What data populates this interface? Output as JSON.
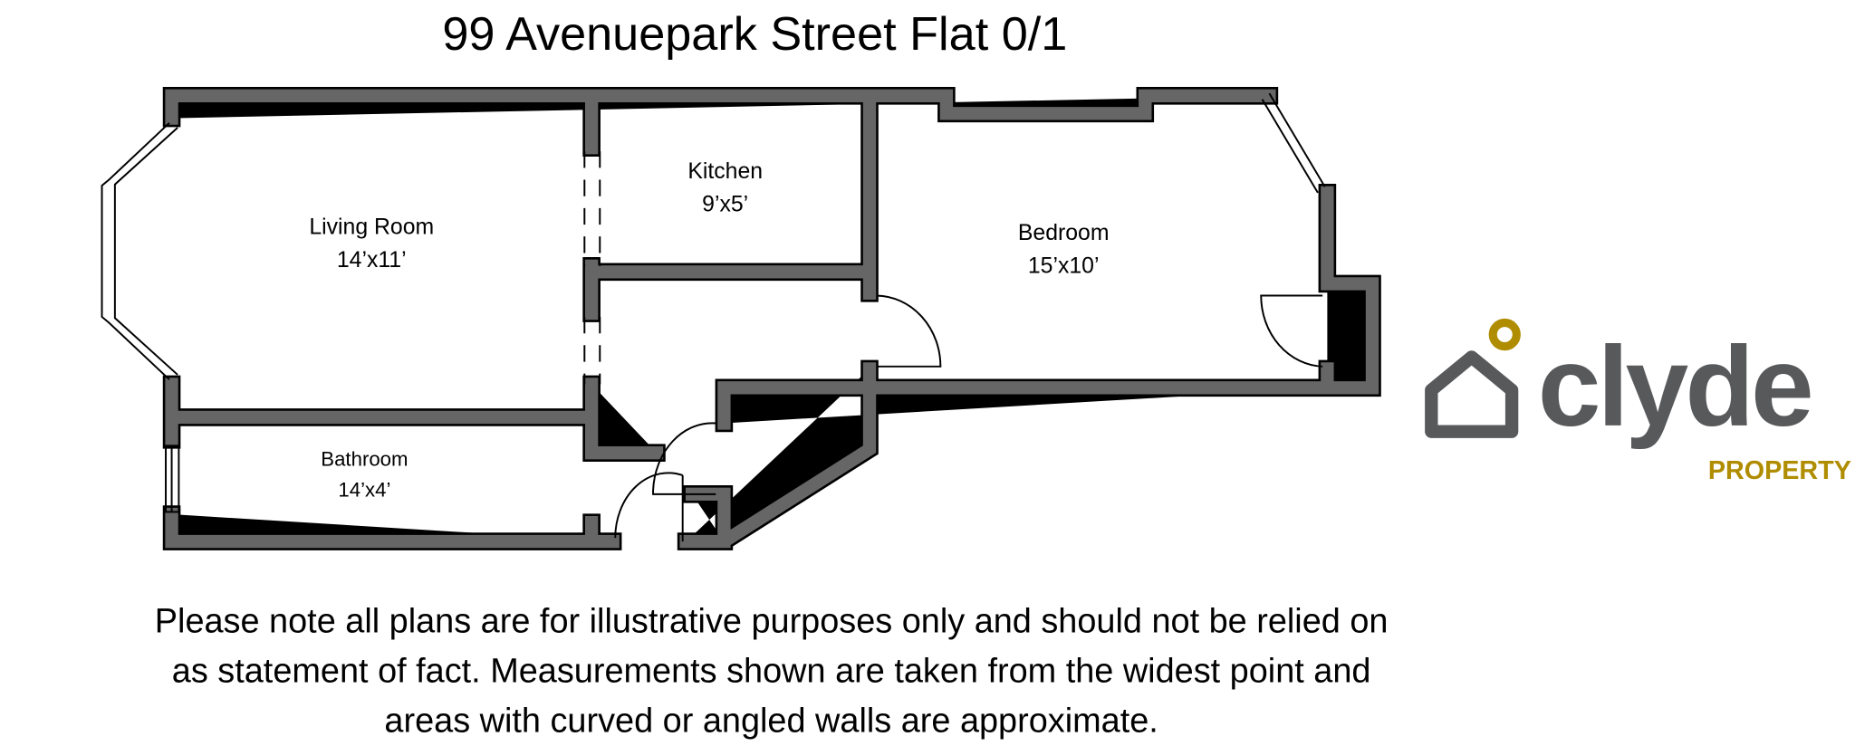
{
  "title": "99 Avenuepark Street Flat 0/1",
  "rooms": [
    {
      "name": "Living Room",
      "size": "14’x11’"
    },
    {
      "name": "Kitchen",
      "size": "9’x5’"
    },
    {
      "name": "Bedroom",
      "size": "15’x10’"
    },
    {
      "name": "Bathroom",
      "size": "14’x4’"
    }
  ],
  "logo": {
    "name": "clyde",
    "tagline": "PROPERTY",
    "colors": {
      "gray": "#58595b",
      "gold": "#b08d00"
    }
  },
  "disclaimer": [
    "Please note all plans are for illustrative purposes only and should not be relied on",
    "as statement of fact. Measurements shown are taken from the widest point and",
    "areas with curved or angled walls are approximate."
  ]
}
